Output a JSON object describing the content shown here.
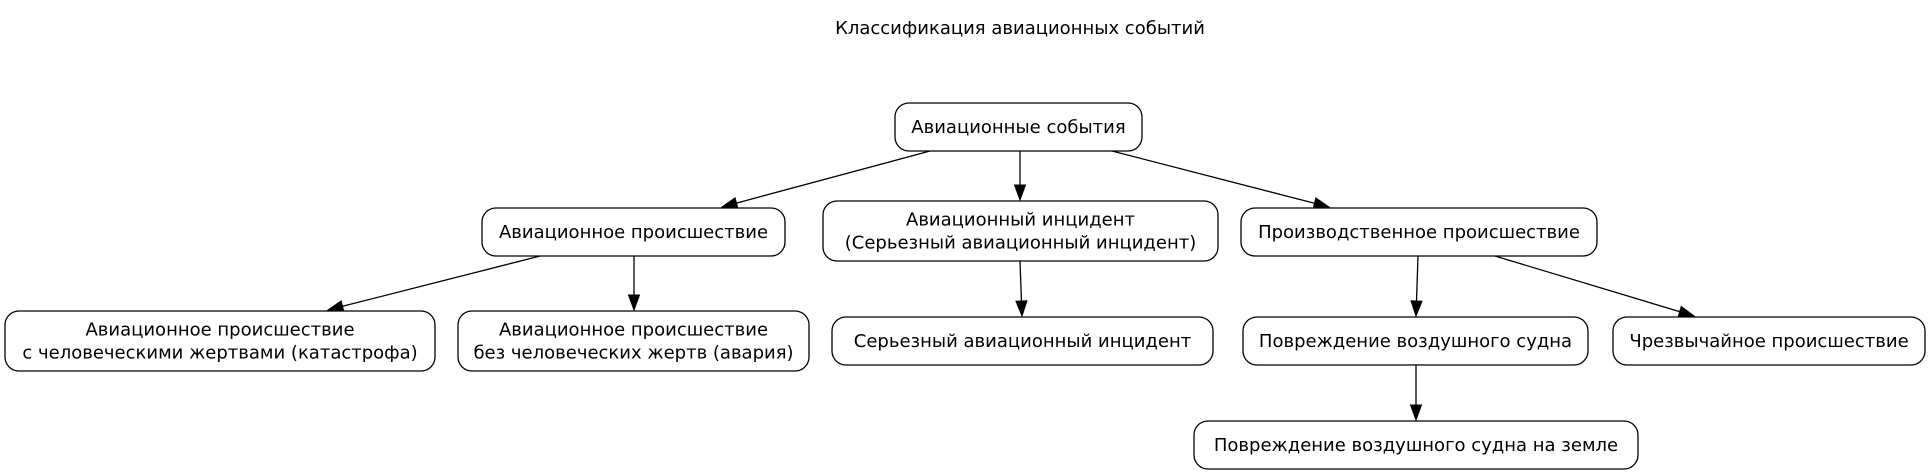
{
  "title": "Классификация авиационных событий",
  "nodes": {
    "root": {
      "lines": [
        "Авиационные события"
      ]
    },
    "accident": {
      "lines": [
        "Авиационное происшествие"
      ]
    },
    "incident": {
      "lines": [
        "Авиационный инцидент",
        "(Серьезный авиационный инцидент)"
      ]
    },
    "occupational": {
      "lines": [
        "Производственное происшествие"
      ]
    },
    "catastrophe": {
      "lines": [
        "Авиационное происшествие",
        "с человеческими жертвами (катастрофа)"
      ]
    },
    "crash": {
      "lines": [
        "Авиационное происшествие",
        "без человеческих жертв (авария)"
      ]
    },
    "serious_incident": {
      "lines": [
        "Серьезный авиационный инцидент"
      ]
    },
    "aircraft_damage": {
      "lines": [
        "Повреждение воздушного судна"
      ]
    },
    "emergency": {
      "lines": [
        "Чрезвычайное происшествие"
      ]
    },
    "ground_damage": {
      "lines": [
        "Повреждение воздушного судна на земле"
      ]
    }
  },
  "edges": [
    {
      "from": "root",
      "to": "accident"
    },
    {
      "from": "root",
      "to": "incident"
    },
    {
      "from": "root",
      "to": "occupational"
    },
    {
      "from": "accident",
      "to": "catastrophe"
    },
    {
      "from": "accident",
      "to": "crash"
    },
    {
      "from": "incident",
      "to": "serious_incident"
    },
    {
      "from": "occupational",
      "to": "aircraft_damage"
    },
    {
      "from": "occupational",
      "to": "emergency"
    },
    {
      "from": "aircraft_damage",
      "to": "ground_damage"
    }
  ]
}
